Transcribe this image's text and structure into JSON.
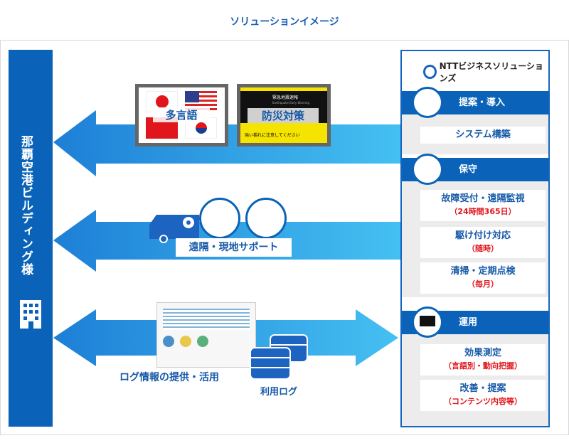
{
  "title": "ソリューションイメージ",
  "client": "那覇空港ビルディング様",
  "provider": {
    "logo": "NTTビジネスソリューションズ"
  },
  "flows": {
    "multilingual": "多言語",
    "disaster": "防災対策",
    "disaster_screen_title": "緊急地震速報",
    "disaster_screen_sub": "Earthquake Early Warning",
    "disaster_screen_msg": "強い揺れに注意してください",
    "support": "遠隔・現地サポート",
    "log": "ログ情報の提供・活用",
    "usage_log": "利用ログ"
  },
  "sections": [
    {
      "header": "提案・導入",
      "items": [
        {
          "label": "システム構築"
        }
      ]
    },
    {
      "header": "保守",
      "items": [
        {
          "label": "故障受付・遠隔監視",
          "sub": "（24時間365日）"
        },
        {
          "label": "駆け付け対応",
          "sub": "（随時）"
        },
        {
          "label": "清掃・定期点検",
          "sub": "（毎月）"
        }
      ]
    },
    {
      "header": "運用",
      "items": [
        {
          "label": "効果測定",
          "sub": "（言語別・動向把握）"
        },
        {
          "label": "改善・提案",
          "sub": "（コンテンツ内容等）"
        }
      ]
    }
  ],
  "colors": {
    "primary": "#0a63b8",
    "arrow": "#3ab0ee",
    "accent_red": "#e0161c"
  }
}
